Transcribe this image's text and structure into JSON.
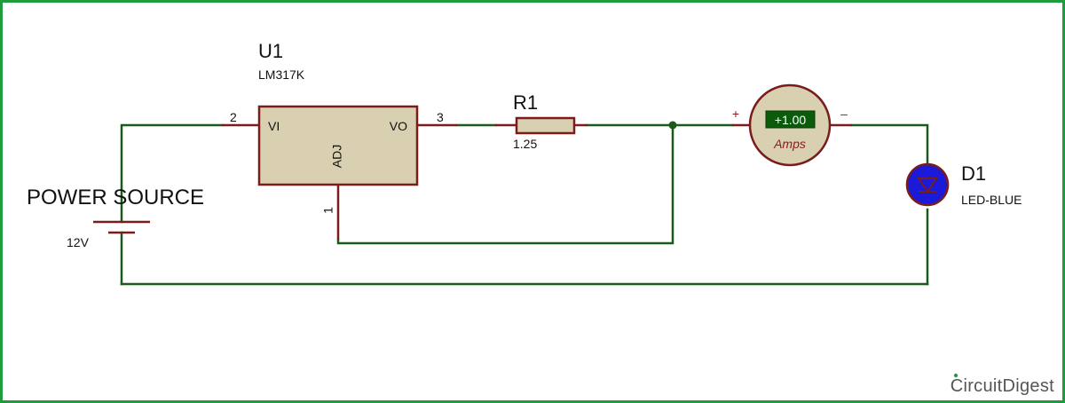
{
  "power_source": {
    "label": "POWER SOURCE",
    "voltage": "12V"
  },
  "regulator": {
    "ref": "U1",
    "part": "LM317K",
    "pins": {
      "vi": "VI",
      "vo": "VO",
      "adj": "ADJ"
    },
    "pin_numbers": {
      "vi": "2",
      "vo": "3",
      "adj": "1"
    }
  },
  "resistor": {
    "ref": "R1",
    "value": "1.25"
  },
  "ammeter": {
    "reading": "+1.00",
    "unit": "Amps",
    "plus": "+",
    "minus": "–"
  },
  "led": {
    "ref": "D1",
    "part": "LED-BLUE"
  },
  "brand": {
    "part1": "Circuit",
    "part2": "Digest"
  },
  "colors": {
    "border": "#1f9a3c",
    "wire": "#1a5b1a",
    "component_outline": "#7a1c1c",
    "component_fill": "#d8d0b0",
    "meter_display": "#0a5c0a",
    "led_fill": "#1a1ad8",
    "brand_text": "#555555",
    "brand_accent": "#2a9a4a"
  }
}
